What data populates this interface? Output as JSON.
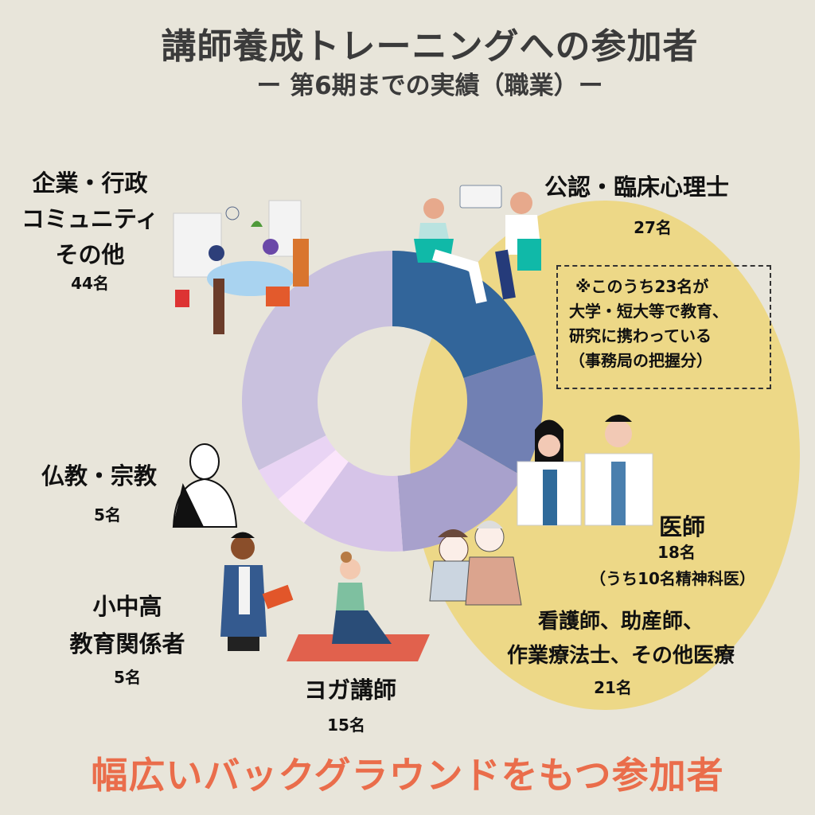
{
  "header": {
    "title": "講師養成トレーニングへの参加者",
    "subtitle": "ー 第6期までの実績（職業）ー"
  },
  "chart_data": {
    "type": "pie",
    "donut": true,
    "title": "講師養成トレーニングへの参加者",
    "unit": "名",
    "categories": [
      "公認・臨床心理士",
      "医師",
      "看護師、助産師、作業療法士、その他医療",
      "ヨガ講師",
      "小中高教育関係者",
      "仏教・宗教",
      "企業・行政コミュニティその他"
    ],
    "values": [
      27,
      18,
      21,
      15,
      5,
      5,
      44
    ],
    "colors": [
      "#32659a",
      "#7180b3",
      "#a8a1cc",
      "#d6c4e8",
      "#fbe5fb",
      "#e9d4f4",
      "#c9c1de"
    ],
    "highlight_color": "#edd887"
  },
  "labels": {
    "psych": {
      "name": "公認・臨床心理士",
      "count": "27名"
    },
    "note": [
      "※このうち23名が",
      "大学・短大等で教育、",
      "研究に携わっている",
      "（事務局の把握分）"
    ],
    "doctor": {
      "name": "医師",
      "count": "18名",
      "sub": "（うち10名精神科医）"
    },
    "medical": {
      "line1": "看護師、助産師、",
      "line2": "作業療法士、その他医療",
      "count": "21名"
    },
    "yoga": {
      "name": "ヨガ講師",
      "count": "15名"
    },
    "school": {
      "line1": "小中高",
      "line2": "教育関係者",
      "count": "5名"
    },
    "buddhism": {
      "name": "仏教・宗教",
      "count": "5名"
    },
    "corporate": {
      "line1": "企業・行政",
      "line2": "コミュニティ",
      "line3": "その他",
      "count": "44名"
    }
  },
  "footer": "幅広いバックグラウンドをもつ参加者"
}
